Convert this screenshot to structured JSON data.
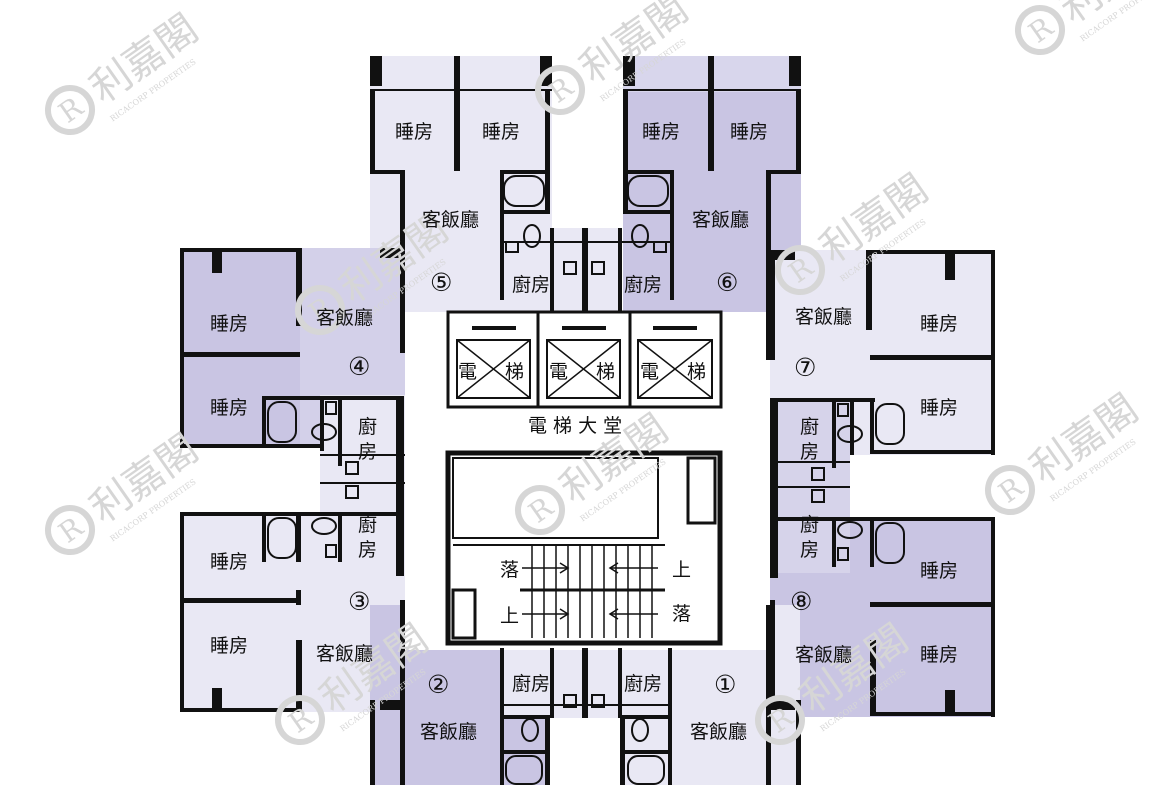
{
  "colors": {
    "unit_dark": "#c9c5e3",
    "unit_light": "#e9e8f4",
    "wall": "#111111",
    "core": "#ffffff",
    "watermark": "#d6d6d6"
  },
  "labels": {
    "bedroom": "睡房",
    "living_dining": "客飯廳",
    "kitchen": "廚房",
    "kitchen_top": "廚",
    "kitchen_bottom": "房",
    "lift_left": "電",
    "lift_right": "梯",
    "lift_lobby": "電 梯 大 堂",
    "stair_down": "落",
    "stair_up": "上"
  },
  "units": [
    {
      "id": "1",
      "label": "①"
    },
    {
      "id": "2",
      "label": "②"
    },
    {
      "id": "3",
      "label": "③"
    },
    {
      "id": "4",
      "label": "④"
    },
    {
      "id": "5",
      "label": "⑤"
    },
    {
      "id": "6",
      "label": "⑥"
    },
    {
      "id": "7",
      "label": "⑦"
    },
    {
      "id": "8",
      "label": "⑧"
    }
  ],
  "watermark": {
    "logo_icon": "registered-r-icon",
    "cn": "利嘉閣",
    "en": "RICACORP PROPERTIES"
  }
}
